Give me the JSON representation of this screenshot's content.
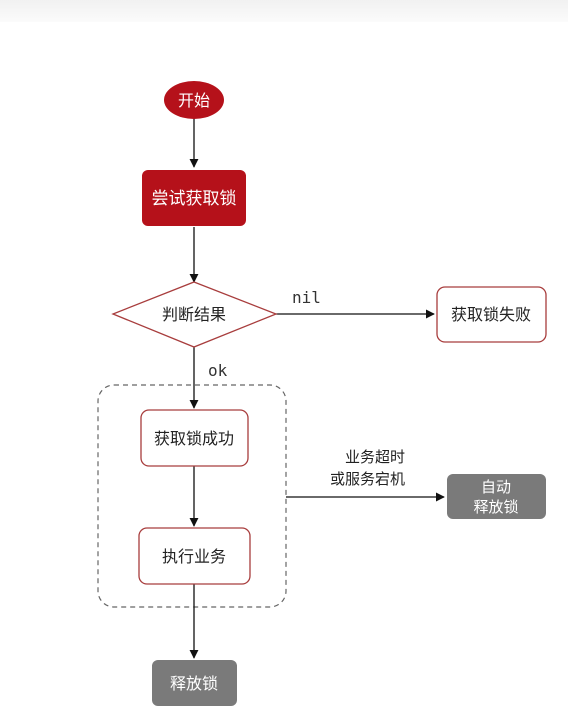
{
  "nodes": {
    "start": "开始",
    "try_lock": "尝试获取锁",
    "judge": "判断结果",
    "fail": "获取锁失败",
    "success": "获取锁成功",
    "execute": "执行业务",
    "auto_release_line1": "自动",
    "auto_release_line2": "释放锁",
    "release": "释放锁"
  },
  "edges": {
    "nil": "nil",
    "ok": "ok",
    "timeout_line1": "业务超时",
    "timeout_line2": "或服务宕机"
  },
  "colors": {
    "primary_red": "#b5111a",
    "border_red": "#a83d3d",
    "gray_box": "#7a7a7a",
    "arrow": "#111111",
    "dashed": "#666666"
  }
}
